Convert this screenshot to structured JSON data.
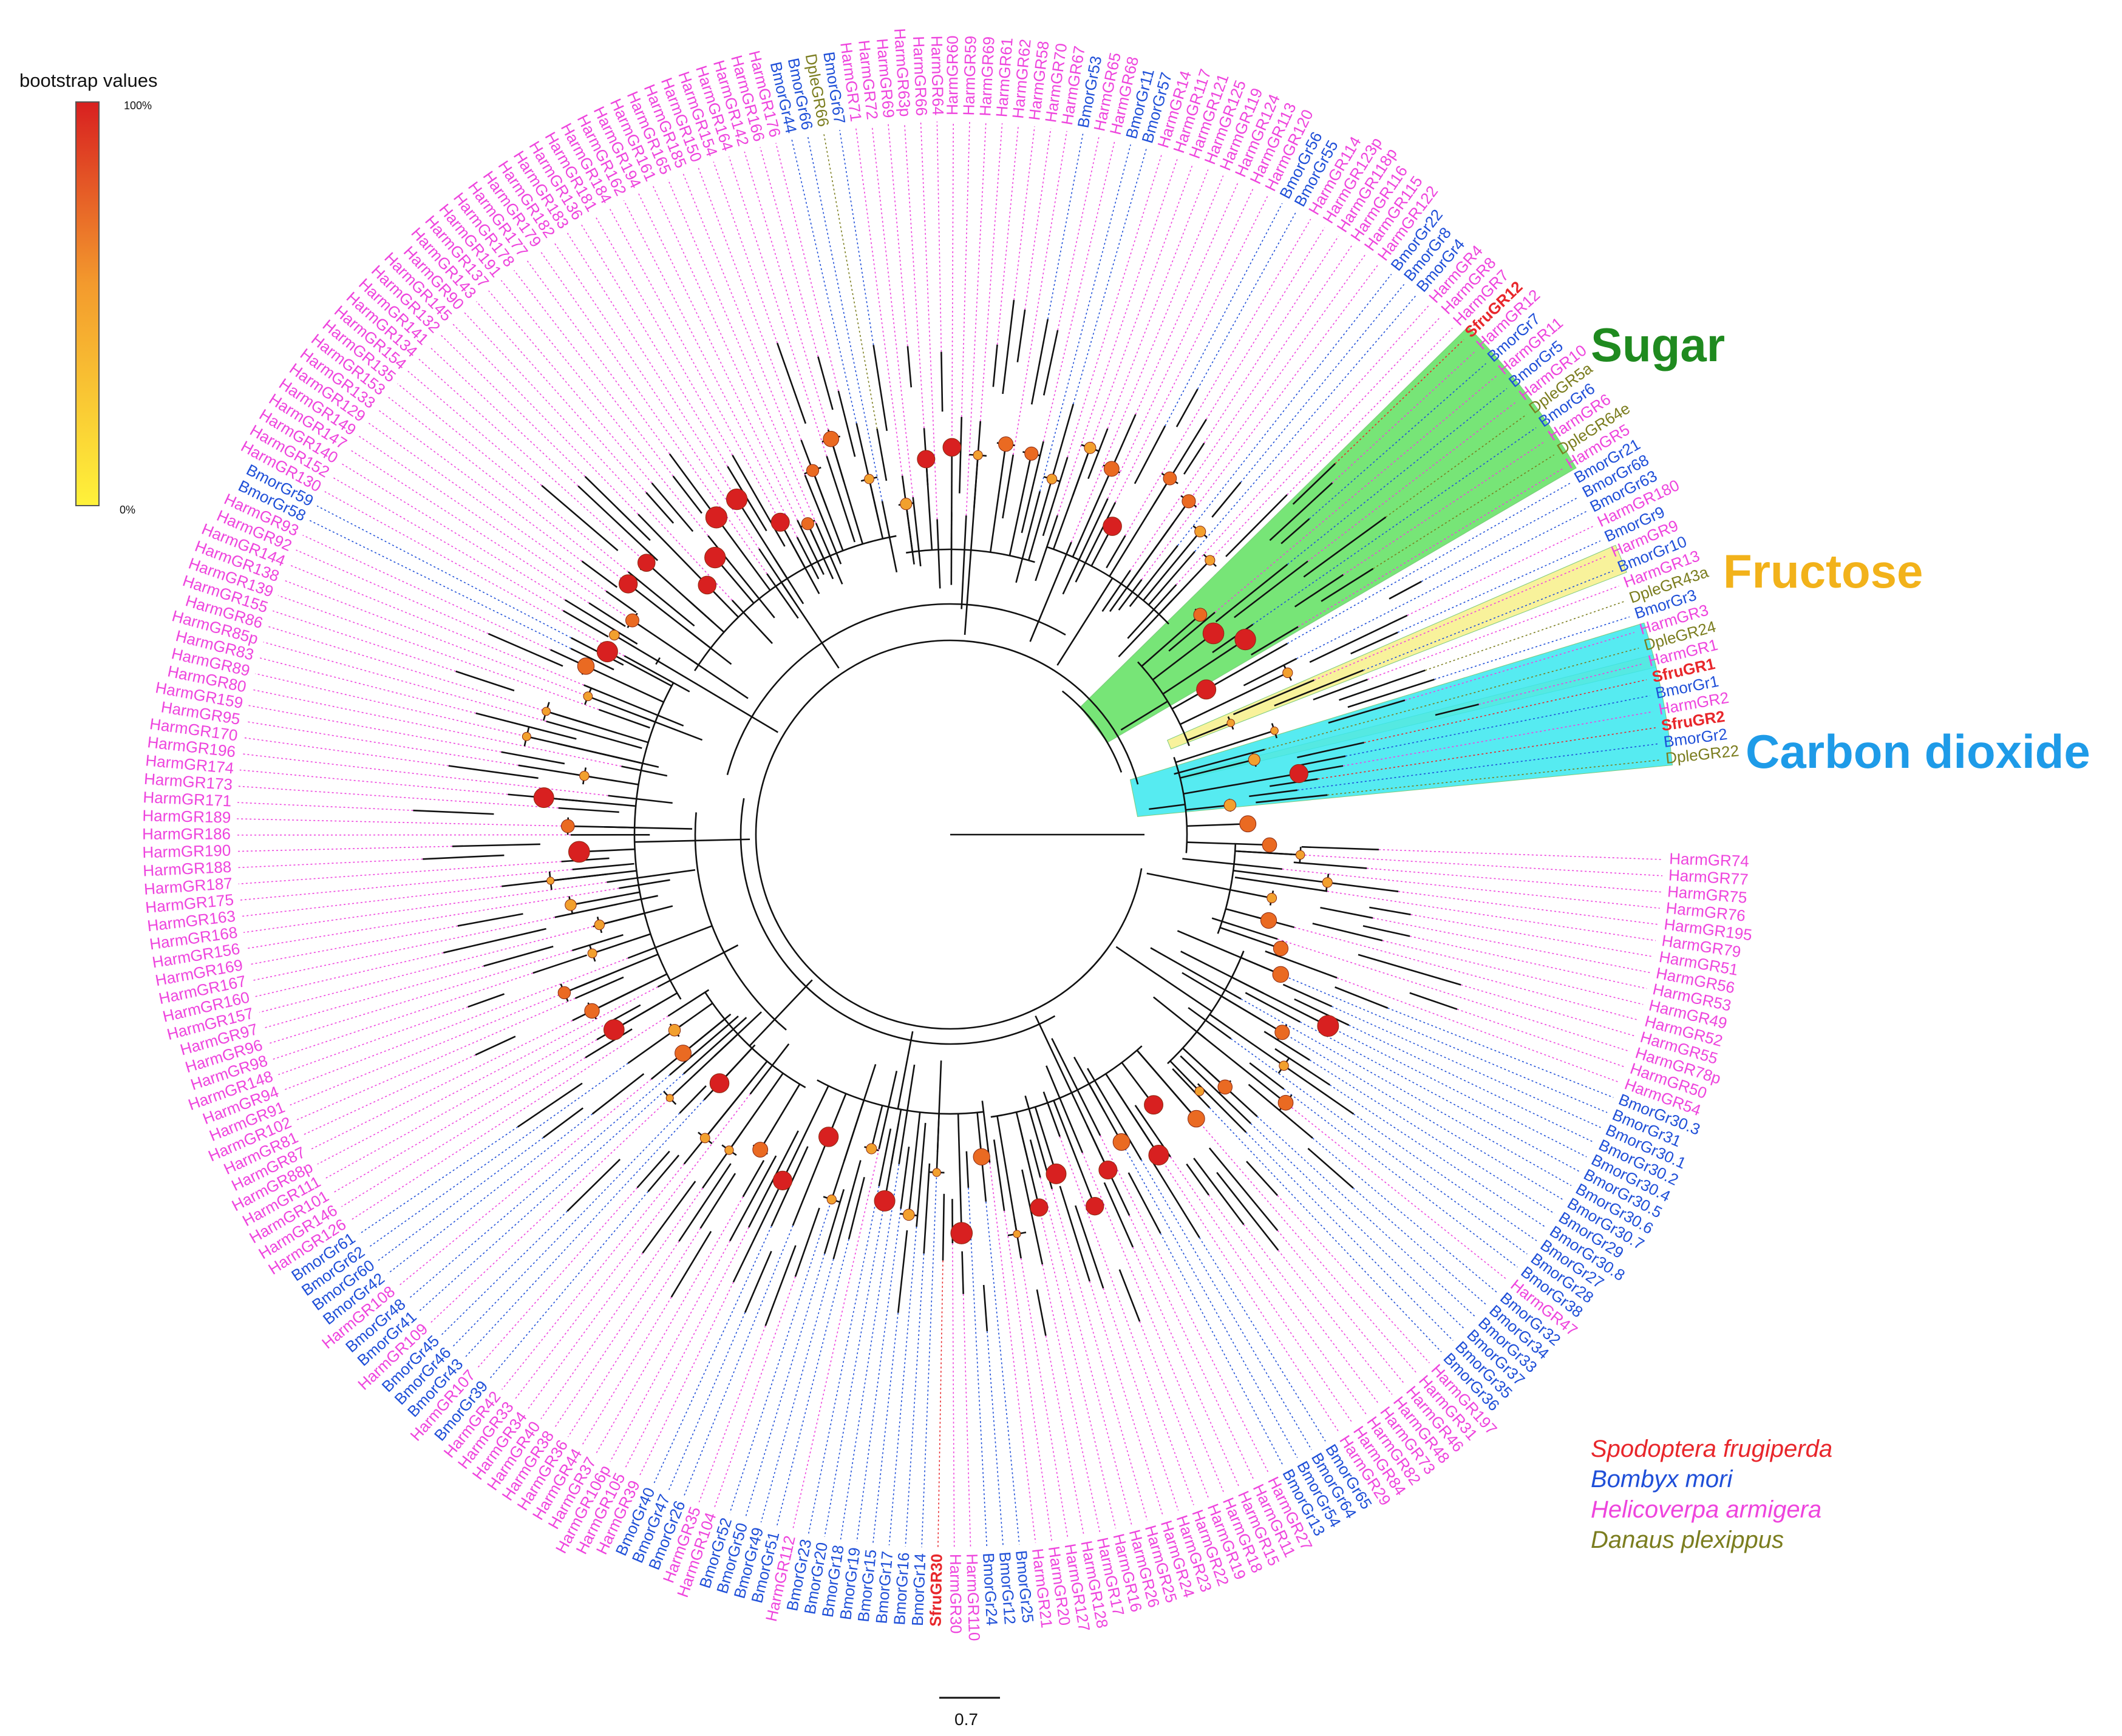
{
  "colors": {
    "sfru": "#e8262b",
    "bmor": "#1f4fd8",
    "harm": "#ee44dd",
    "dple": "#7b7d1f",
    "sugar_fill": "#5fe05f",
    "fructose_fill": "#f7f08a",
    "co2_fill": "#38e8ee",
    "sugar_text": "#1f8a1f",
    "fructose_text": "#f2b21a",
    "co2_text": "#1e9be8",
    "bootstrap_low": "#fff23a",
    "bootstrap_high": "#d82020"
  },
  "colorbar": {
    "title": "bootstrap values",
    "max_label": "100%",
    "min_label": "0%"
  },
  "groups": [
    {
      "key": "sugar",
      "label": "Sugar"
    },
    {
      "key": "fructose",
      "label": "Fructose"
    },
    {
      "key": "co2",
      "label": "Carbon dioxide"
    }
  ],
  "species_legend": [
    {
      "key": "sfru",
      "label": "Spodoptera frugiperda"
    },
    {
      "key": "bmor",
      "label": "Bombyx mori"
    },
    {
      "key": "harm",
      "label": "Helicoverpa armigera"
    },
    {
      "key": "dple",
      "label": "Danaus plexippus"
    }
  ],
  "scale_bar": {
    "label": "0.7"
  },
  "tips": [
    "HarmGR74",
    "HarmGR77",
    "HarmGR75",
    "HarmGR76",
    "HarmGR195",
    "HarmGR79",
    "HarmGR51",
    "HarmGR56",
    "HarmGR53",
    "HarmGR49",
    "HarmGR52",
    "HarmGR55",
    "HarmGR78p",
    "HarmGR50",
    "HarmGR54",
    "BmorGr30.3",
    "BmorGr31",
    "BmorGr30.1",
    "BmorGr30.2",
    "BmorGr30.4",
    "BmorGr30.5",
    "BmorGr30.6",
    "BmorGr30.7",
    "BmorGr29",
    "BmorGr30.8",
    "BmorGr27",
    "BmorGr28",
    "BmorGr38",
    "HarmGR47",
    "BmorGr32",
    "BmorGr34",
    "BmorGr33",
    "BmorGr37",
    "BmorGr35",
    "BmorGr36",
    "HarmGR197",
    "HarmGR31",
    "HarmGR46",
    "HarmGR48",
    "HarmGR73",
    "HarmGR82",
    "HarmGR84",
    "HarmGR29",
    "BmorGr65",
    "BmorGr64",
    "BmorGr54",
    "BmorGr13",
    "HarmGR27",
    "HarmGR11",
    "HarmGR15",
    "HarmGR18",
    "HarmGR19",
    "HarmGR22",
    "HarmGR23",
    "HarmGR24",
    "HarmGR25",
    "HarmGR26",
    "HarmGR16",
    "HarmGR17",
    "HarmGR128",
    "HarmGR127",
    "HarmGR20",
    "HarmGR21",
    "BmorGr25",
    "BmorGr12",
    "BmorGr24",
    "HarmGR110",
    "HarmGR30",
    "SfruGR30",
    "BmorGr14",
    "BmorGr16",
    "BmorGr17",
    "BmorGr15",
    "BmorGr19",
    "BmorGr18",
    "BmorGr20",
    "BmorGr23",
    "HarmGR112",
    "BmorGr51",
    "BmorGr49",
    "BmorGr50",
    "BmorGr52",
    "HarmGR104",
    "HarmGR35",
    "BmorGr26",
    "BmorGr47",
    "BmorGr40",
    "HarmGR39",
    "HarmGR105",
    "HarmGR106p",
    "HarmGR37",
    "HarmGR44",
    "HarmGR36",
    "HarmGR38",
    "HarmGR40",
    "HarmGR34",
    "HarmGR33",
    "HarmGR42",
    "BmorGr39",
    "HarmGR107",
    "BmorGr43",
    "BmorGr46",
    "BmorGr45",
    "HarmGR109",
    "BmorGr41",
    "BmorGr48",
    "HarmGR108",
    "BmorGr42",
    "BmorGr60",
    "BmorGr62",
    "BmorGr61",
    "HarmGR126",
    "HarmGR146",
    "HarmGR101",
    "HarmGR111",
    "HarmGR88p",
    "HarmGR87",
    "HarmGR81",
    "HarmGR102",
    "HarmGR91",
    "HarmGR94",
    "HarmGR148",
    "HarmGR98",
    "HarmGR96",
    "HarmGR97",
    "HarmGR157",
    "HarmGR160",
    "HarmGR167",
    "HarmGR169",
    "HarmGR156",
    "HarmGR168",
    "HarmGR163",
    "HarmGR175",
    "HarmGR187",
    "HarmGR188",
    "HarmGR190",
    "HarmGR186",
    "HarmGR189",
    "HarmGR171",
    "HarmGR173",
    "HarmGR174",
    "HarmGR196",
    "HarmGR170",
    "HarmGR95",
    "HarmGR159",
    "HarmGR80",
    "HarmGR89",
    "HarmGR83",
    "HarmGR85p",
    "HarmGR86",
    "HarmGR155",
    "HarmGR139",
    "HarmGR138",
    "HarmGR144",
    "HarmGR92",
    "HarmGR93",
    "BmorGr58",
    "BmorGr59",
    "HarmGR130",
    "HarmGR152",
    "HarmGR140",
    "HarmGR147",
    "HarmGR149",
    "HarmGR129",
    "HarmGR133",
    "HarmGR153",
    "HarmGR135",
    "HarmGR154",
    "HarmGR134",
    "HarmGR141",
    "HarmGR132",
    "HarmGR145",
    "HarmGR90",
    "HarmGR143",
    "HarmGR137",
    "HarmGR191",
    "HarmGR178",
    "HarmGR177",
    "HarmGR179",
    "HarmGR182",
    "HarmGR183",
    "HarmGR136",
    "HarmGR181",
    "HarmGR184",
    "HarmGR162",
    "HarmGR194",
    "HarmGR161",
    "HarmGR165",
    "HarmGR185",
    "HarmGR150",
    "HarmGR154",
    "HarmGR164",
    "HarmGR142",
    "HarmGR166",
    "HarmGR176",
    "BmorGr44",
    "BmorGr66",
    "DpleGR66",
    "BmorGr67",
    "HarmGR71",
    "HarmGR72",
    "HarmGR69",
    "HarmGR63p",
    "HarmGR66",
    "HarmGR64",
    "HarmGR60",
    "HarmGR59",
    "HarmGR69",
    "HarmGR61",
    "HarmGR62",
    "HarmGR58",
    "HarmGR70",
    "HarmGR67",
    "BmorGr53",
    "HarmGR65",
    "HarmGR68",
    "BmorGr11",
    "BmorGr57",
    "HarmGR14",
    "HarmGR117",
    "HarmGR121",
    "HarmGR125",
    "HarmGR119",
    "HarmGR124",
    "HarmGR113",
    "HarmGR120",
    "BmorGr56",
    "BmorGr55",
    "HarmGR114",
    "HarmGR123p",
    "HarmGR118p",
    "HarmGR116",
    "HarmGR115",
    "HarmGR122",
    "BmorGr22",
    "BmorGr8",
    "BmorGr4",
    "HarmGR4",
    "HarmGR8",
    "HarmGR7",
    "SfruGR12",
    "HarmGR12",
    "BmorGr7",
    "HarmGR11",
    "BmorGr5",
    "HarmGR10",
    "DpleGR5a",
    "BmorGr6",
    "HarmGR6",
    "DpleGR64e",
    "HarmGR5",
    "BmorGr21",
    "BmorGr68",
    "BmorGr63",
    "HarmGR180",
    "BmorGr9",
    "HarmGR9",
    "BmorGr10",
    "HarmGR13",
    "DpleGR43a",
    "BmorGr3",
    "HarmGR3",
    "DpleGR24",
    "HarmGR1",
    "SfruGR1",
    "BmorGr1",
    "HarmGR2",
    "SfruGR2",
    "BmorGr2",
    "DpleGR22"
  ]
}
